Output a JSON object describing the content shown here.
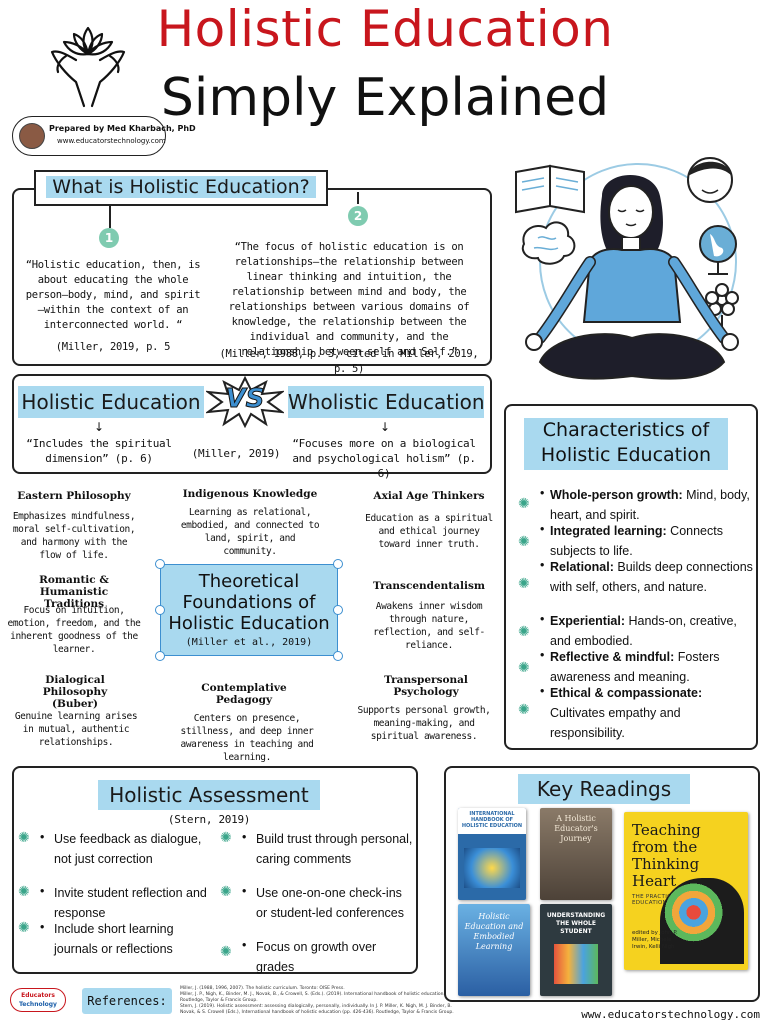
{
  "header": {
    "title_line1": "Holistic Education",
    "title_line2": "Simply Explained",
    "author": "Prepared by Med Kharbach, PhD",
    "website": "www.educatorstechnology.com"
  },
  "what_is": {
    "title": "What is Holistic Education?",
    "num1": "1",
    "num2": "2",
    "quote1": "“Holistic education, then, is about educating the whole person—body, mind, and spirit —within the context of an interconnected world. “",
    "cite1": "(Miller, 2019, p. 5",
    "quote2": "“The focus of holistic education is on relationships—the relationship between linear thinking and intuition, the relationship between mind and body, the relationships between various domains of knowledge, the relationship between the individual and community, and the relationship between self and Self.”",
    "cite2": "(Miller, 1988, p. 3, cited in Miller, 2019, p. 5)"
  },
  "vs": {
    "left_title": "Holistic Education",
    "right_title": "Wholistic Education",
    "vs_label": "VS",
    "left_text": "“Includes the spiritual dimension” (p. 6)",
    "middle_cite": "(Miller, 2019)",
    "right_text": "“Focuses more on a biological and psychological holism” (p. 6)"
  },
  "foundations": {
    "center_title_1": "Theoretical",
    "center_title_2": "Foundations of",
    "center_title_3": "Holistic Education",
    "center_cite": "(Miller et al., 2019)",
    "items": [
      {
        "heading": "Eastern Philosophy",
        "text": "Emphasizes mindfulness, moral self-cultivation, and harmony with the flow of life."
      },
      {
        "heading": "Indigenous Knowledge",
        "text": "Learning as relational, embodied, and connected to land, spirit, and community."
      },
      {
        "heading": "Axial Age Thinkers",
        "text": "Education as a spiritual and ethical journey toward inner truth."
      },
      {
        "heading": "Romantic & Humanistic Traditions",
        "text": "Focus on intuition, emotion, freedom, and the inherent goodness of the learner."
      },
      {
        "heading": "Transcendentalism",
        "text": "Awakens inner wisdom through nature, reflection, and self-reliance."
      },
      {
        "heading": "Dialogical Philosophy (Buber)",
        "text": "Genuine learning arises in mutual, authentic relationships."
      },
      {
        "heading": "Contemplative Pedagogy",
        "text": "Centers on presence, stillness, and deep inner awareness in teaching and learning."
      },
      {
        "heading": "Transpersonal Psychology",
        "text": "Supports personal growth, meaning-making, and spiritual awareness."
      }
    ]
  },
  "characteristics": {
    "title_1": "Characteristics of",
    "title_2": "Holistic Education",
    "items": [
      {
        "bold": "Whole-person growth:",
        "text": " Mind, body, heart, and spirit."
      },
      {
        "bold": "Integrated learning:",
        "text": " Connects subjects to life."
      },
      {
        "bold": "Relational:",
        "text": " Builds deep connections with self, others, and nature."
      },
      {
        "bold": "Experiential:",
        "text": " Hands-on, creative, and embodied."
      },
      {
        "bold": "Reflective & mindful:",
        "text": " Fosters awareness and meaning."
      },
      {
        "bold": "Ethical & compassionate:",
        "text": " Cultivates empathy and responsibility."
      }
    ]
  },
  "assessment": {
    "title": "Holistic Assessment",
    "cite": "(Stern, 2019)",
    "left": [
      "Use feedback as dialogue, not just correction",
      "Invite student reflection and response",
      "Include short learning journals or reflections"
    ],
    "right": [
      "Build trust through personal, caring comments",
      "Use one-on-one check-ins or student-led conferences",
      "Focus on growth over grades"
    ]
  },
  "readings": {
    "title": "Key Readings",
    "books": [
      {
        "title": "INTERNATIONAL HANDBOOK OF HOLISTIC EDUCATION",
        "color": "#2b6aa8"
      },
      {
        "title": "A Holistic Educator's Journey",
        "color": "#6b5a48"
      },
      {
        "title": "Teaching from the Thinking Heart",
        "subtitle": "THE PRACTICE OF HOLISTIC EDUCATION",
        "editors": "edited by John P. Miller, Michele Irwin, Kelli Nigh",
        "color": "#f5d21f"
      },
      {
        "title": "Holistic Education and Embodied Learning",
        "color": "#3b6fb0"
      },
      {
        "title": "UNDERSTANDING THE WHOLE STUDENT",
        "color": "#2e3a40"
      }
    ]
  },
  "footer": {
    "logo_line1": "Educators",
    "logo_line2": "Technology",
    "references_label": "References:",
    "refs": [
      "Miller, J. (1988, 1996, 2007). The holistic curriculum. Toronto: OISE Press.",
      "Miller, J. P., Nigh, K., Binder, M. J., Novak, B., & Crowell, S. (Eds.). (2019). International handbook of holistic education.",
      "Routledge, Taylor & Francis Group.",
      "Stern, J. (2019). Holistic assessment: assessing dialogically, personally, individually. In J. P. Miller, K. Nigh, M. J. Binder, B.",
      "Novak, & S. Crowell (Eds.), International handbook of holistic education (pp. 426-436). Routledge, Taylor & Francis Group."
    ],
    "website": "www.educatorstechnology.com"
  }
}
